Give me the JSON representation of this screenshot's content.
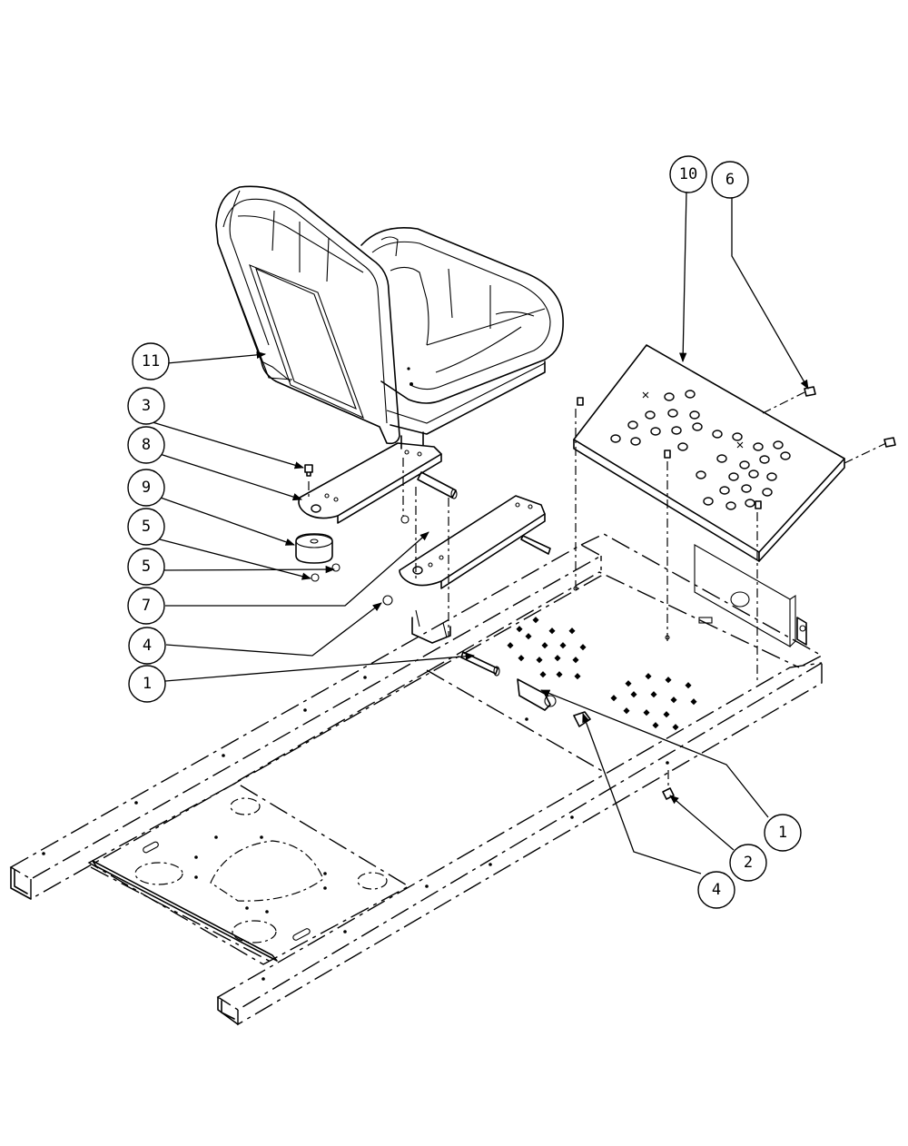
{
  "callouts": [
    {
      "label": "10"
    },
    {
      "label": "6"
    },
    {
      "label": "11"
    },
    {
      "label": "3"
    },
    {
      "label": "8"
    },
    {
      "label": "9"
    },
    {
      "label": "5"
    },
    {
      "label": "5"
    },
    {
      "label": "7"
    },
    {
      "label": "4"
    },
    {
      "label": "1"
    },
    {
      "label": "1"
    },
    {
      "label": "2"
    },
    {
      "label": "4"
    }
  ]
}
